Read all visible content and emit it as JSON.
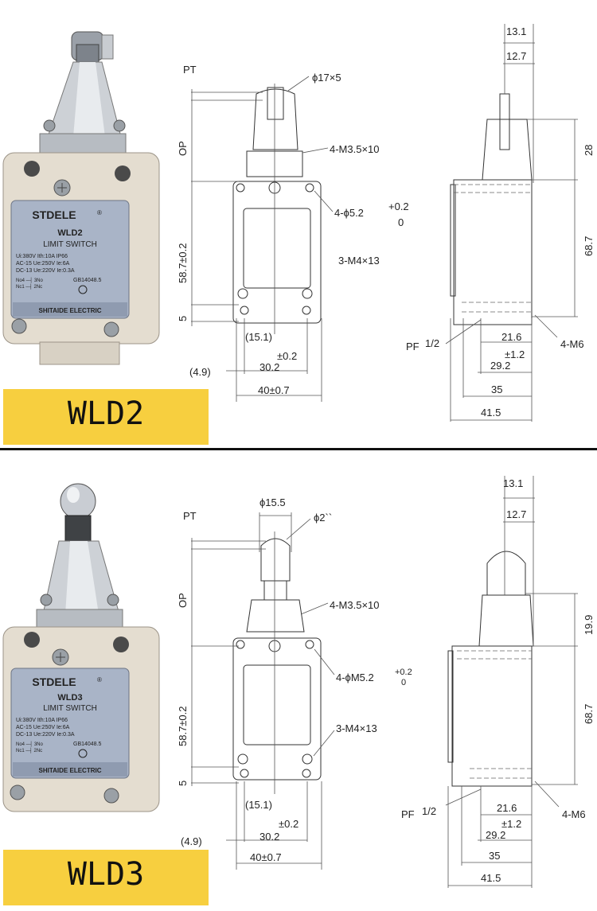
{
  "models": [
    {
      "model": "WLD2",
      "product": {
        "brand": "STDELE",
        "reg_mark": "®",
        "model": "WLD2",
        "title": "LIMIT SWITCH",
        "specs": [
          "Ui:380V  Ith:10A   IP66",
          "AC-15  Ue:250V  Ie:6A",
          "DC-13  Ue:220V  Ie:0.3A"
        ],
        "contacts": [
          "No4 ─┤ 3No",
          "Nc1 ─┤ 2Nc"
        ],
        "standard": "GB14048.5",
        "maker": "SHITAIDE ELECTRIC"
      },
      "front_dims": {
        "pt": "PT",
        "op": "OP",
        "head": "ϕ17×5",
        "screw_top": "4-M3.5×10",
        "hole": "4-ϕ5.2",
        "hole_tol_top": "+0.2",
        "hole_tol_bottom": "0",
        "screw_bottom": "3-M4×13",
        "height": "58.7±0.2",
        "five": "5",
        "inner": "(15.1)",
        "tol": "±0.2",
        "center": "30.2",
        "offset": "(4.9)",
        "width": "40±0.7"
      },
      "side_dims": {
        "d131": "13.1",
        "d127": "12.7",
        "top_h": "28",
        "body_h": "68.7",
        "pf": "PF",
        "pf_frac": "1/2",
        "d216": "21.6",
        "tol12": "±1.2",
        "d292": "29.2",
        "m6": "4-M6",
        "d35": "35",
        "d415": "41.5"
      }
    },
    {
      "model": "WLD3",
      "product": {
        "brand": "STDELE",
        "reg_mark": "®",
        "model": "WLD3",
        "title": "LIMIT SWITCH",
        "specs": [
          "Ui:380V  Ith:10A   IP66",
          "AC-15  Ue:250V  Ie:6A",
          "DC-13  Ue:220V  Ie:0.3A"
        ],
        "contacts": [
          "No4 ─┤ 3No",
          "Nc1 ─┤ 2Nc"
        ],
        "standard": "GB14048.5",
        "maker": "SHITAIDE ELECTRIC"
      },
      "front_dims": {
        "pt": "PT",
        "op": "OP",
        "head": "ϕ15.5",
        "head2": "ϕ2``",
        "screw_top": "4-M3.5×10",
        "hole": "4-ϕM5.2",
        "hole_tol_top": "+0.2",
        "hole_tol_bottom": "0",
        "screw_bottom": "3-M4×13",
        "height": "58.7±0.2",
        "five": "5",
        "inner": "(15.1)",
        "tol": "±0.2",
        "center": "30.2",
        "offset": "(4.9)",
        "width": "40±0.7"
      },
      "side_dims": {
        "d131": "13.1",
        "d127": "12.7",
        "top_h": "19.9",
        "body_h": "68.7",
        "pf": "PF",
        "pf_frac": "1/2",
        "d216": "21.6",
        "tol12": "±1.2",
        "d292": "29.2",
        "m6": "4-M6",
        "d35": "35",
        "d415": "41.5"
      }
    }
  ],
  "colors": {
    "label_bg": "#f7cf3f",
    "body": "#e4ddd0",
    "plate": "#a9b4c7",
    "metal": "#c9cdd3"
  }
}
